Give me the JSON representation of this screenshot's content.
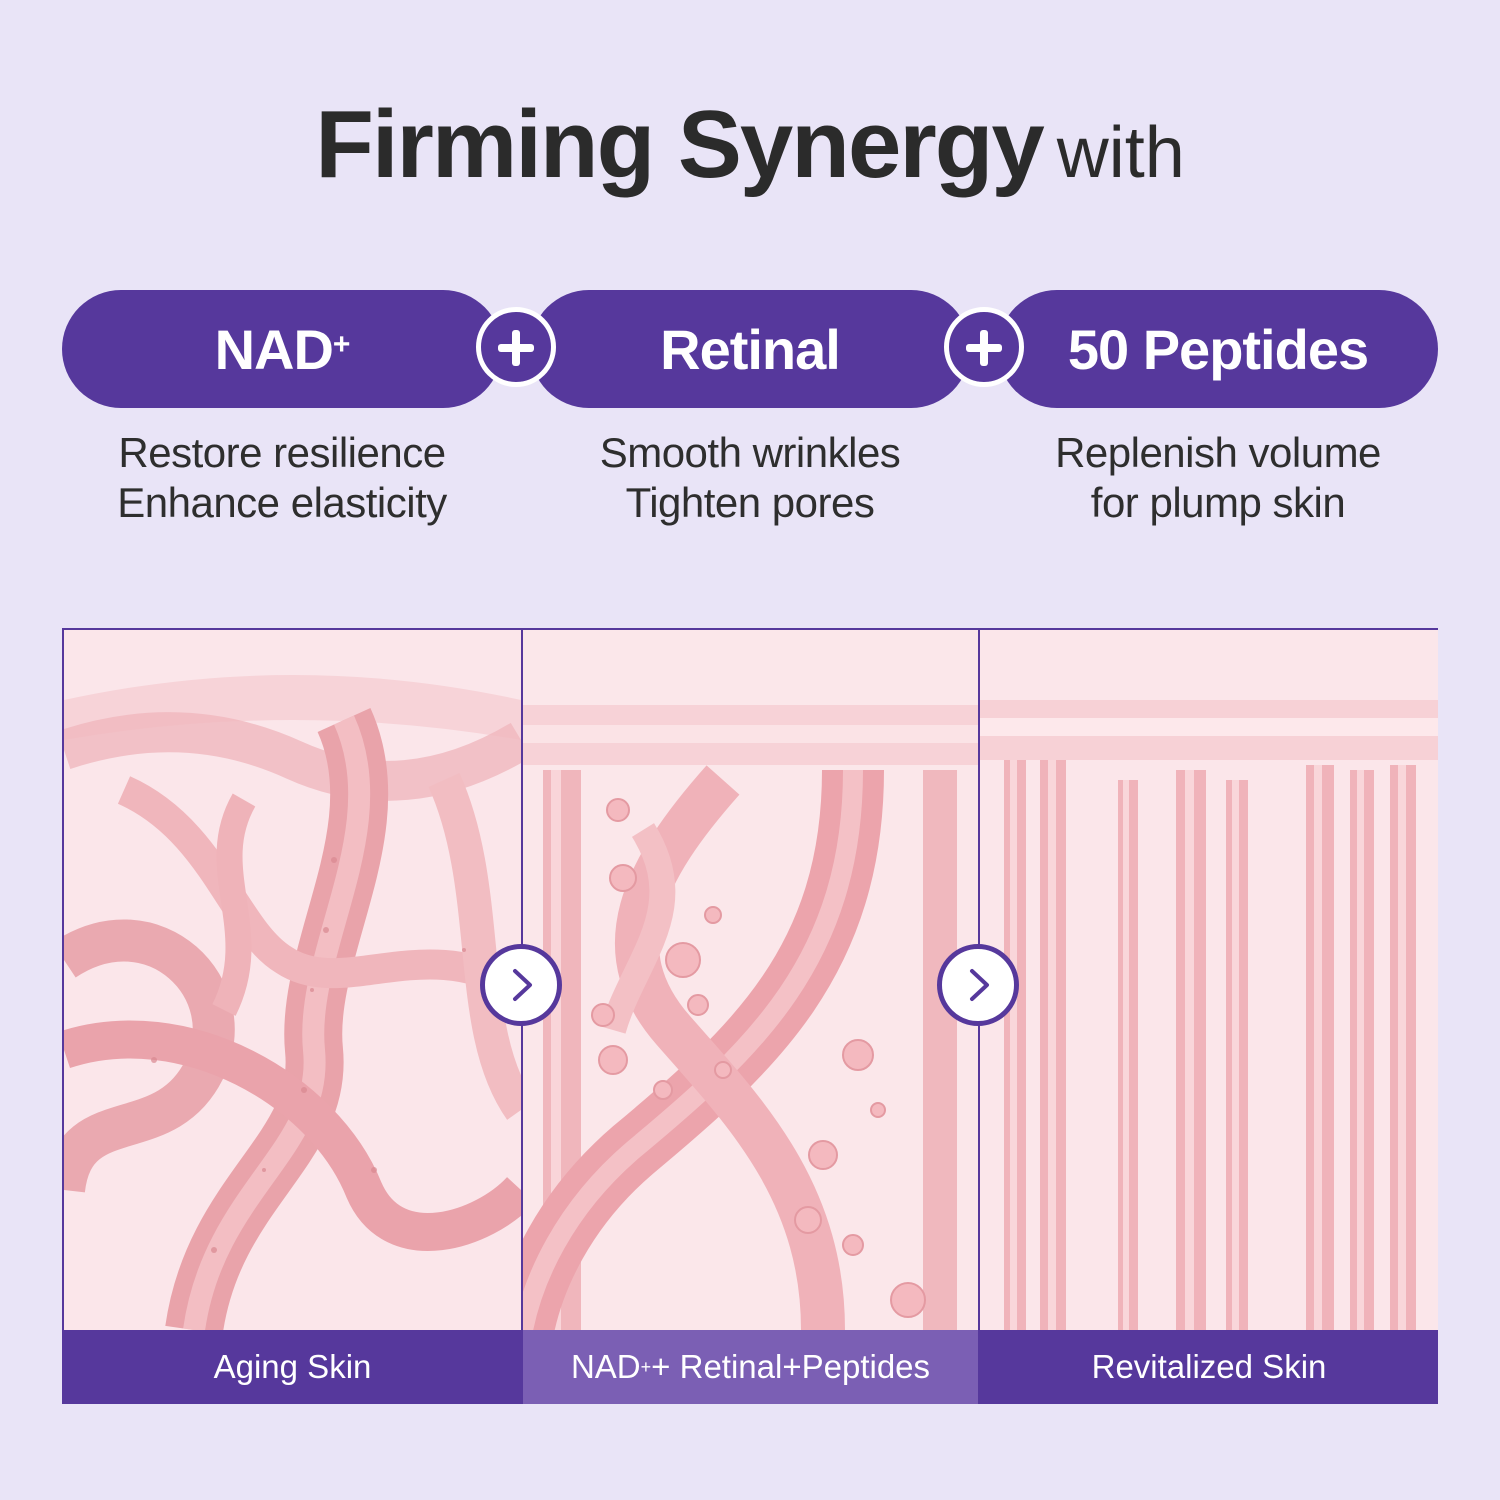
{
  "header": {
    "title_strong": "Firming Synergy",
    "title_light": "with"
  },
  "ingredients": [
    {
      "name": "NAD",
      "sup": "+",
      "desc_line1": "Restore resilience",
      "desc_line2": "Enhance elasticity"
    },
    {
      "name": "Retinal",
      "sup": "",
      "desc_line1": "Smooth wrinkles",
      "desc_line2": "Tighten pores"
    },
    {
      "name": "50 Peptides",
      "sup": "",
      "desc_line1": "Replenish volume",
      "desc_line2": "for plump skin"
    }
  ],
  "panels": [
    {
      "caption_pre": "Aging Skin",
      "caption_sup": "",
      "caption_post": ""
    },
    {
      "caption_pre": "NAD",
      "caption_sup": "+",
      "caption_post": " + Retinal+Peptides"
    },
    {
      "caption_pre": "Revitalized Skin",
      "caption_sup": "",
      "caption_post": ""
    }
  ],
  "colors": {
    "brand_purple": "#56389c",
    "caption_light": "#7b5fb4",
    "background": "#e9e4f7",
    "skin_pink": "#f2b3b8"
  },
  "icons": {
    "plus": "plus-icon",
    "arrow": "chevron-right-icon"
  }
}
